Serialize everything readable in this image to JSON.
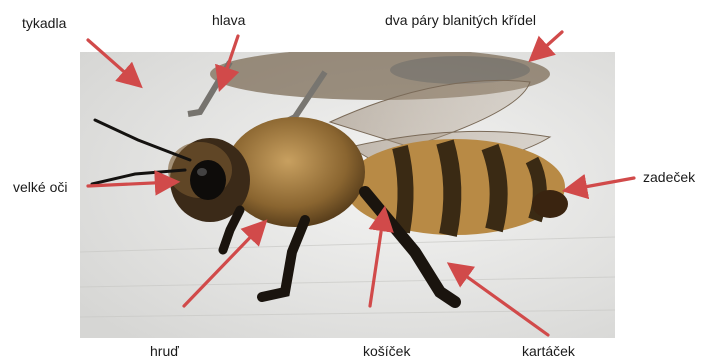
{
  "diagram": {
    "labels": {
      "antennae": "tykadla",
      "head": "hlava",
      "wings": "dva páry blanitých křídel",
      "eyes": "velké oči",
      "abdomen": "zadeček",
      "thorax": "hruď",
      "pollen_basket": "košíček",
      "pollen_brush": "kartáček"
    },
    "arrow_color": "#d14a4a",
    "photo_background": "#e8e8e6"
  }
}
